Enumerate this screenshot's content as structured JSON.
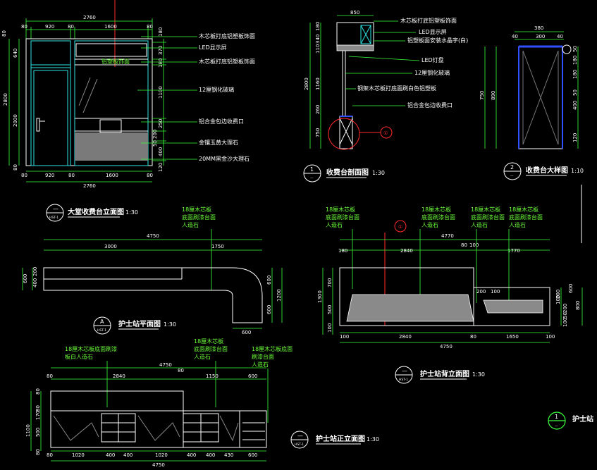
{
  "views": {
    "reception_elevation": {
      "title": "大堂收费台立面图",
      "scale": "1:30",
      "tag_top": "—",
      "tag_bottom": "HST-1",
      "dims_top": [
        "2760",
        "80",
        "920",
        "80",
        "1600",
        "80"
      ],
      "dims_bottom": [
        "80",
        "920",
        "80",
        "1600",
        "80",
        "2760"
      ],
      "dims_left": [
        "80",
        "640",
        "2000",
        "2800",
        "80"
      ],
      "dims_right": [
        "180",
        "370",
        "180",
        "1100",
        "250",
        "200",
        "50",
        "400",
        "120"
      ],
      "notes": [
        "木芯板打底铝塑板饰面",
        "LED显示屏",
        "木芯板打底铝塑板饰面",
        "12厘钢化玻璃",
        "铝合金包边收费口",
        "金镶玉黄大理石",
        "20MM黑金沙大理石"
      ],
      "inner_label": "铝塑板饰面"
    },
    "cashier_section": {
      "title": "收费台剖面图",
      "scale": "1:30",
      "tag_top": "1",
      "tag_bottom": "—",
      "dims_top": [
        "850"
      ],
      "dims_left": [
        "180",
        "340",
        "110",
        "2800",
        "1160",
        "260",
        "750"
      ],
      "notes": [
        "木芯板打底铝塑板饰面",
        "LED显示屏",
        "铝塑板面安装水晶字(白)",
        "LED灯盘",
        "12厘钢化玻璃",
        "钢架木芯板打底面刷白色铝塑板",
        "铝合金包边收费口"
      ],
      "callout": "①"
    },
    "cashier_detail": {
      "title": "收费台大样图",
      "scale": "1:10",
      "tag_top": "2",
      "tag_bottom": "—",
      "dims_top": [
        "380",
        "40",
        "300",
        "40"
      ],
      "dims_left": [
        "750",
        "890"
      ],
      "dims_right": [
        "50",
        "180",
        "180",
        "50",
        "400",
        "120"
      ]
    },
    "nurse_plan": {
      "title": "护士站平面图",
      "scale": "1:30",
      "tag_top": "A",
      "tag_bottom": "HST-1",
      "note": [
        "18厘木芯板",
        "底面刷漆台面",
        "人造石"
      ],
      "dims_top": [
        "4750",
        "3000",
        "1750"
      ],
      "dims_left": [
        "600",
        "200",
        "400"
      ],
      "dims_right": [
        "600",
        "1200",
        "600"
      ],
      "dims_bottom": [
        "600"
      ]
    },
    "nurse_back": {
      "title": "护士站背立面图",
      "scale": "1:30",
      "tag_top": "—",
      "tag_bottom": "HST-1",
      "notes": [
        [
          "18厘木芯板",
          "底面刷漆台面",
          "人造石"
        ],
        [
          "18厘木芯板",
          "底面刷漆台面",
          "人造石"
        ],
        [
          "18厘木芯板",
          "底面刷漆台面",
          "人造石"
        ],
        [
          "18厘木芯板",
          "底面刷漆台面",
          "人造石"
        ]
      ],
      "dims_top": [
        "4770",
        "180",
        "2840",
        "80",
        "100",
        "1770"
      ],
      "dims_bottom": [
        "100",
        "2840",
        "80",
        "1650",
        "100",
        "4750"
      ],
      "dims_left": [
        "700",
        "1300",
        "500",
        "100"
      ],
      "dims_right": [
        "200",
        "100",
        "200",
        "50",
        "100",
        "800",
        "600"
      ],
      "inner_dims": [
        "200",
        "100"
      ],
      "callout": "①"
    },
    "nurse_front": {
      "title": "护士站正立面图",
      "scale": "1:30",
      "tag_top": "—",
      "tag_bottom": "HST-1",
      "notes": [
        [
          "18厘木芯板底面刷漆",
          "板白人造石"
        ],
        [
          "18厘木芯板",
          "底面刷漆台面",
          "人造石"
        ],
        [
          "18厘木芯板底面",
          "刷漆台面",
          "人造石"
        ]
      ],
      "dims_top": [
        "4750",
        "80",
        "2840",
        "80",
        "1150",
        "600"
      ],
      "dims_bottom": [
        "80",
        "1020",
        "400",
        "400",
        "1020",
        "400",
        "400",
        "430",
        "600",
        "4750"
      ],
      "dims_left": [
        "80",
        "80",
        "170",
        "500",
        "1100",
        "80"
      ]
    },
    "partial": {
      "title": "护士站",
      "tag_top": "1",
      "tag_bottom": "—"
    }
  }
}
